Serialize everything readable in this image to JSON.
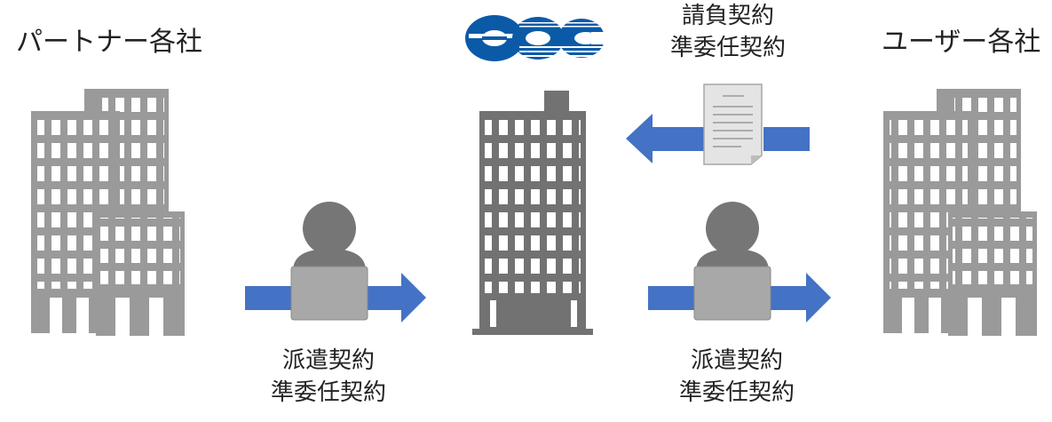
{
  "partners": {
    "title": "パートナー各社"
  },
  "users": {
    "title": "ユーザー各社"
  },
  "center": {
    "logo": "ooc-logo"
  },
  "contract_top": {
    "line1": "請負契約",
    "line2": "準委任契約"
  },
  "contract_left": {
    "line1": "派遣契約",
    "line2": "準委任契約"
  },
  "contract_right": {
    "line1": "派遣契約",
    "line2": "準委任契約"
  },
  "colors": {
    "building": "#9a9a9a",
    "building_dark": "#727272",
    "arrow": "#4472c4",
    "person": "#767676",
    "laptop": "#a8a8a8",
    "logo": "#0b5aa8"
  },
  "icons": [
    "building-icon",
    "person-icon",
    "laptop-icon",
    "document-icon",
    "arrow-icon"
  ]
}
